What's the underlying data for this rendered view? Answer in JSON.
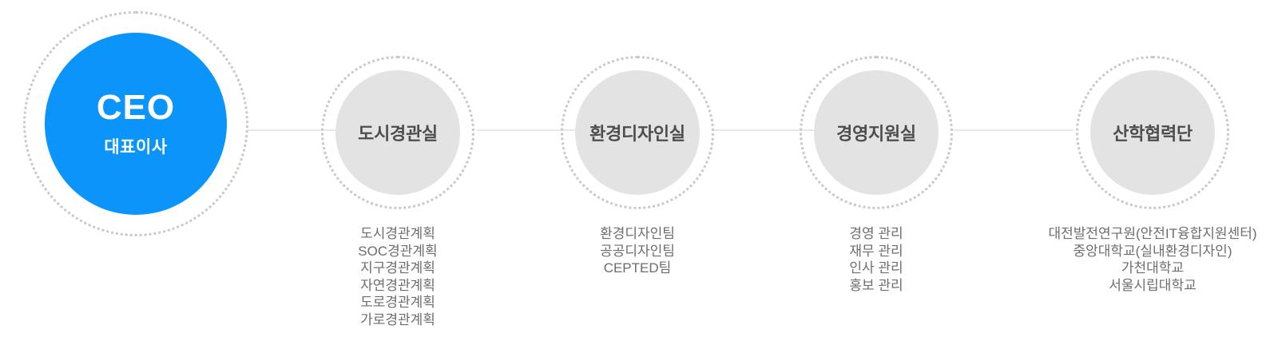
{
  "diagram": {
    "type": "organization-chart",
    "colors": {
      "accent": "#0b95fa",
      "node_fill": "#e3e3e3",
      "ring": "#c9c9c9",
      "connector": "#e8e8e8",
      "title_text": "#4d4d4d",
      "sub_text": "#6d6d6d",
      "accent_text": "#ffffff"
    },
    "root": {
      "title": "CEO",
      "subtitle": "대표이사"
    },
    "departments": [
      {
        "title": "도시경관실",
        "items": [
          "도시경관계획",
          "SOC경관계획",
          "지구경관계획",
          "자연경관계획",
          "도로경관계획",
          "가로경관계획"
        ]
      },
      {
        "title": "환경디자인실",
        "items": [
          "환경디자인팀",
          "공공디자인팀",
          "CEPTED팀"
        ]
      },
      {
        "title": "경영지원실",
        "items": [
          "경영 관리",
          "재무 관리",
          "인사 관리",
          "홍보 관리"
        ]
      },
      {
        "title": "산학협력단",
        "items": [
          "대전발전연구원(안전IT융합지원센터)",
          "중앙대학교(실내환경디자인)",
          "가천대학교",
          "서울시립대학교"
        ]
      }
    ]
  }
}
